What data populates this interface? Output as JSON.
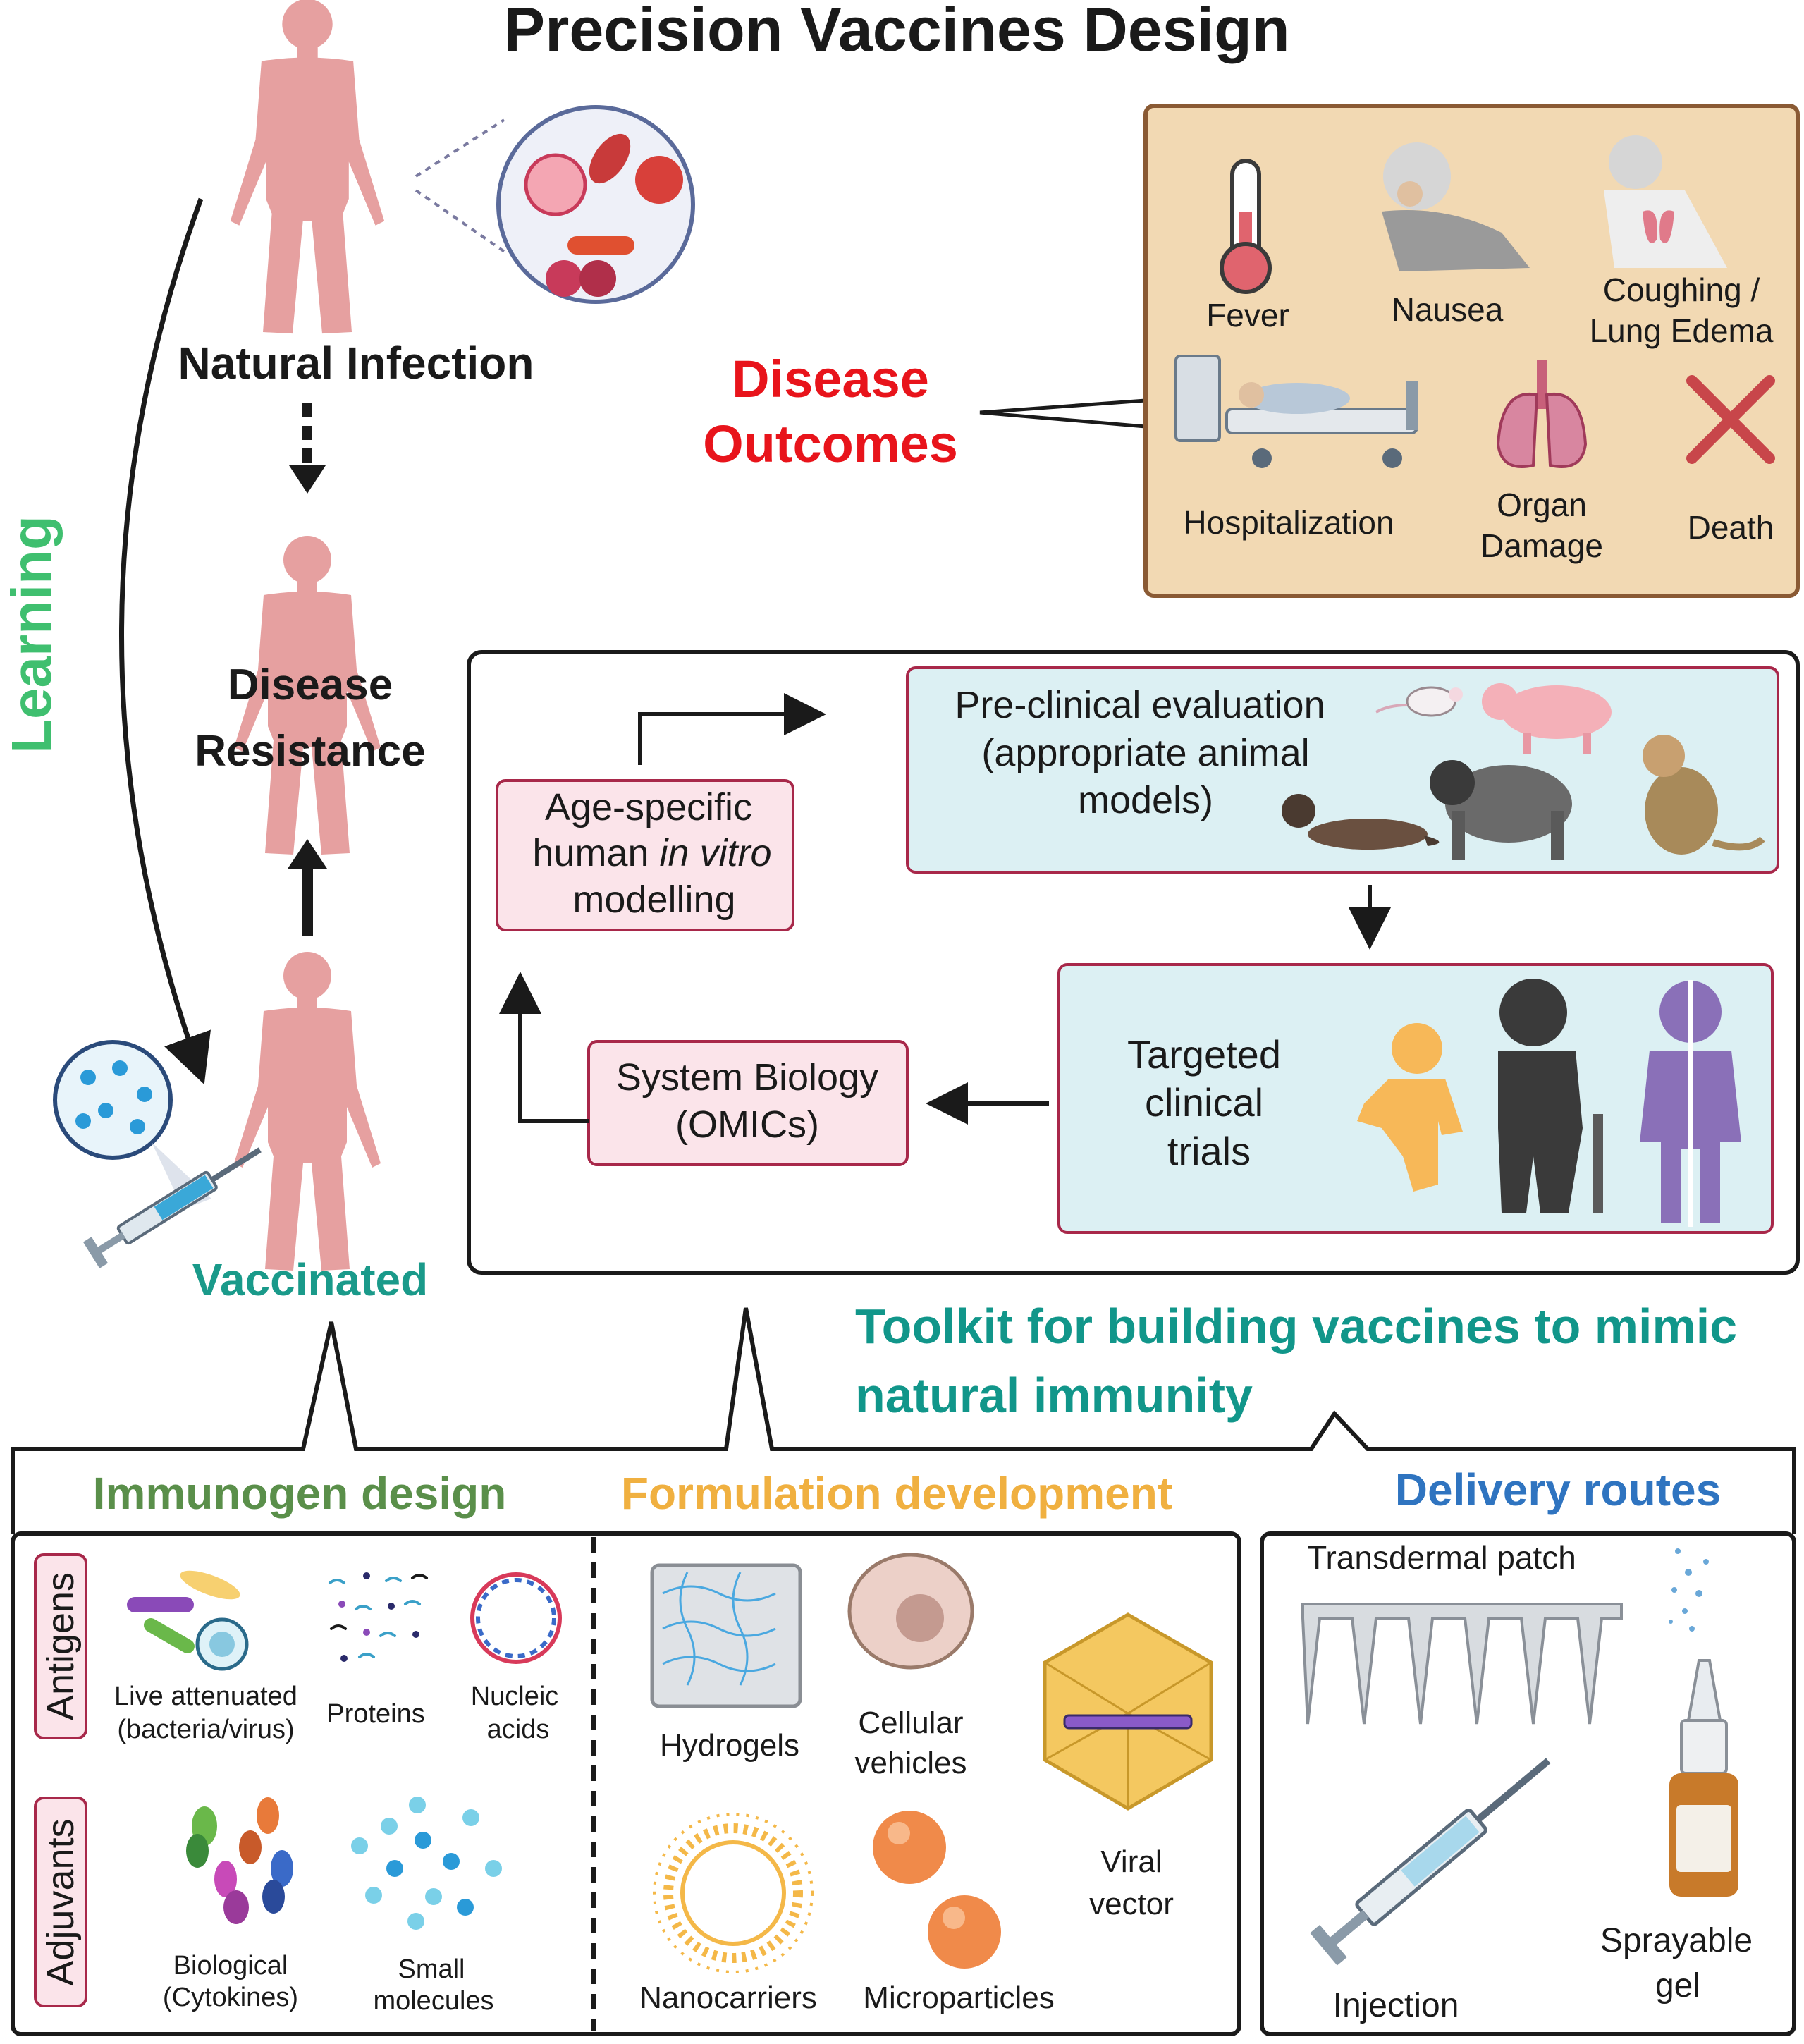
{
  "title": "Precision Vaccines Design",
  "left": {
    "natural_infection": "Natural Infection",
    "disease_resistance_1": "Disease",
    "disease_resistance_2": "Resistance",
    "vaccinated": "Vaccinated",
    "learning": "Learning"
  },
  "disease_outcomes": {
    "label_1": "Disease",
    "label_2": "Outcomes",
    "fever": "Fever",
    "nausea": "Nausea",
    "coughing_1": "Coughing /",
    "coughing_2": "Lung Edema",
    "hospitalization": "Hospitalization",
    "organ_1": "Organ",
    "organ_2": "Damage",
    "death": "Death"
  },
  "pipeline": {
    "preclinical_1": "Pre-clinical evaluation",
    "preclinical_2": "(appropriate animal",
    "preclinical_3": "models)",
    "age_1": "Age-specific",
    "age_2a": "human ",
    "age_2b": "in vitro",
    "age_3": "modelling",
    "system_1": "System Biology",
    "system_2": "(OMICs)",
    "targeted_1": "Targeted",
    "targeted_2": "clinical",
    "targeted_3": "trials"
  },
  "toolkit": {
    "title_1": "Toolkit for building vaccines to mimic",
    "title_2": "natural immunity",
    "immunogen": "Immunogen design",
    "formulation": "Formulation development",
    "delivery": "Delivery routes",
    "antigens": "Antigens",
    "adjuvants": "Adjuvants",
    "live_1": "Live attenuated",
    "live_2": "(bacteria/virus)",
    "proteins": "Proteins",
    "nucleic_1": "Nucleic",
    "nucleic_2": "acids",
    "biological_1": "Biological",
    "biological_2": "(Cytokines)",
    "small_1": "Small",
    "small_2": "molecules",
    "hydrogels": "Hydrogels",
    "cellular_1": "Cellular",
    "cellular_2": "vehicles",
    "viral_1": "Viral",
    "viral_2": "vector",
    "nanocarriers": "Nanocarriers",
    "microparticles": "Microparticles",
    "transdermal": "Transdermal patch",
    "injection": "Injection",
    "sprayable_1": "Sprayable",
    "sprayable_2": "gel"
  },
  "colors": {
    "title": "#1a1a1a",
    "body_figure": "#e6a0a0",
    "learning_green": "#3fbf6f",
    "vaccinated_teal": "#1a9a8a",
    "outcomes_red": "#e8141b",
    "outcomes_bg": "#f2d9b3",
    "outcomes_border": "#8a5a34",
    "pink_box_bg": "#fbe4ea",
    "pink_box_border": "#a8284a",
    "blue_box_bg": "#dcf0f3",
    "toolkit_teal": "#11968a",
    "immunogen_green": "#5a8f4a",
    "formulation_orange": "#f0b040",
    "delivery_blue": "#2f74c0"
  },
  "icons": [
    "body-figure-icon",
    "pathogen-circle-icon",
    "thermometer-icon",
    "nausea-person-icon",
    "cough-person-icon",
    "hospital-bed-icon",
    "lungs-icon",
    "death-cross-icon",
    "mouse-icon",
    "pig-icon",
    "ferret-icon",
    "ape-icon",
    "monkey-icon",
    "child-icon",
    "elderly-icon",
    "gender-icon",
    "syringe-icon",
    "vaccine-droplet-icon",
    "bacteria-icon",
    "protein-icon",
    "plasmid-icon",
    "cytokine-icon",
    "small-molecule-icon",
    "hydrogel-icon",
    "cell-icon",
    "viral-vector-icon",
    "nanocarrier-icon",
    "microparticle-icon",
    "microneedle-patch-icon",
    "nasal-spray-icon"
  ]
}
